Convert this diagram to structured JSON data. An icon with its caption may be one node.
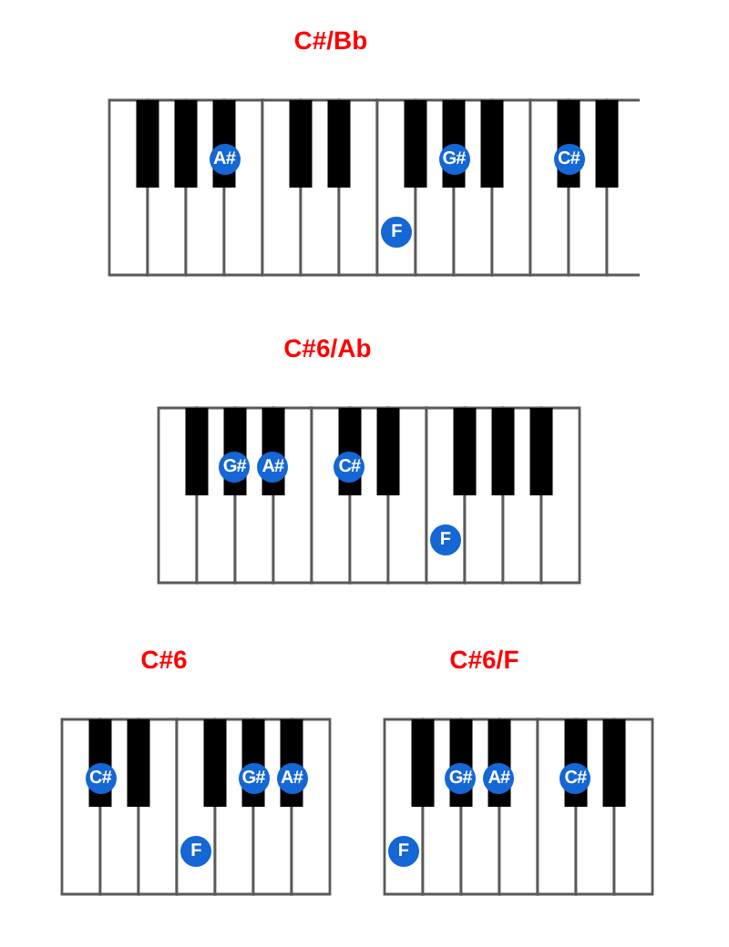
{
  "diagram": {
    "nodes": [
      {
        "text": [
          "C#/Bb"
        ]
      },
      {
        "text": [
          "A#"
        ],
        "in": 0
      },
      {
        "text": [
          "G#"
        ],
        "in": 0
      },
      {
        "text": [
          "C#"
        ],
        "in": 0
      },
      {
        "text": [
          "F"
        ],
        "in": 0
      },
      {
        "text": [
          "C#6/Ab"
        ]
      },
      {
        "text": [
          "G#"
        ],
        "in": 5
      },
      {
        "text": [
          "A#"
        ],
        "in": 5
      },
      {
        "text": [
          "C#"
        ],
        "in": 5
      },
      {
        "text": [
          "F"
        ],
        "in": 5
      },
      {
        "text": [
          "C#6"
        ]
      },
      {
        "text": [
          "C#"
        ],
        "in": 10
      },
      {
        "text": [
          "G#"
        ],
        "in": 10
      },
      {
        "text": [
          "A#"
        ],
        "in": 10
      },
      {
        "text": [
          "F"
        ],
        "in": 10
      },
      {
        "text": [
          "C#6/F"
        ]
      },
      {
        "text": [
          "G#"
        ],
        "in": 15
      },
      {
        "text": [
          "A#"
        ],
        "in": 15
      },
      {
        "text": [
          "C#"
        ],
        "in": 15
      },
      {
        "text": [
          "F"
        ],
        "in": 15
      }
    ]
  }
}
